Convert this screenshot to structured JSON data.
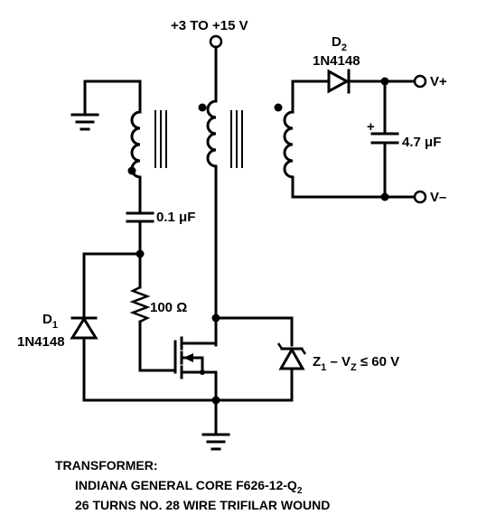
{
  "labels": {
    "supply": "+3 TO +15 V",
    "d2_name": "D",
    "d2_sub": "2",
    "d2_part": "1N4148",
    "vplus": "V+",
    "vminus": "V–",
    "cap_out_plus": "+",
    "cap_out": "4.7 μF",
    "cap_in": "0.1 μF",
    "resistor": "100 Ω",
    "d1_name": "D",
    "d1_sub": "1",
    "d1_part": "1N4148",
    "z1_main": "Z",
    "z1_sub1": "1",
    "z1_mid": " – V",
    "z1_sub2": "Z",
    "z1_tail": " ≤ 60 V"
  },
  "notes": {
    "title": "TRANSFORMER:",
    "line1_main": "INDIANA GENERAL CORE F626-12-Q",
    "line1_sub": "2",
    "line2": "26 TURNS NO. 28 WIRE TRIFILAR WOUND"
  }
}
